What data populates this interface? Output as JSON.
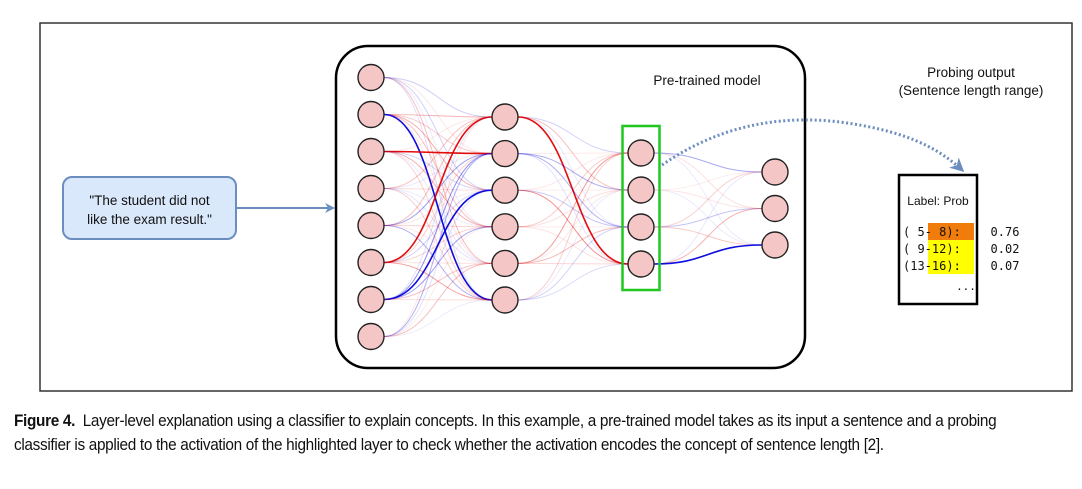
{
  "figure": {
    "input_box": {
      "lines": [
        "\"The student did not",
        "like the exam result.\""
      ]
    },
    "model": {
      "title": "Pre-trained model",
      "layers": [
        {
          "name": "layer-1",
          "node_count": 8
        },
        {
          "name": "layer-2",
          "node_count": 6
        },
        {
          "name": "layer-3",
          "node_count": 4,
          "highlighted": true
        },
        {
          "name": "layer-4",
          "node_count": 3
        }
      ]
    },
    "probing": {
      "title_lines": [
        "Probing output",
        "(Sentence length range)"
      ],
      "table_header": "Label: Prob",
      "rows": [
        {
          "label": "( 5- 8):",
          "prob": "0.76",
          "color": "#f07c0c"
        },
        {
          "label": "( 9-12):",
          "prob": "0.02",
          "color": "#ffff00"
        },
        {
          "label": "(13-16):",
          "prob": "0.07",
          "color": "#ffff00"
        }
      ],
      "ellipsis": "..."
    },
    "colors": {
      "node_fill": "#f5c6c6",
      "highlight": "#1ec81e",
      "input_fill": "#dae8fc",
      "input_stroke": "#6c8ebf",
      "arrow": "#6c8ebf",
      "positive_edge": "#e00000",
      "negative_edge": "#0000dd"
    }
  },
  "caption": {
    "label": "Figure 4.",
    "text": "Layer-level explanation using a classifier to explain concepts. In this example, a pre-trained model takes as its input a sentence and a probing classifier is applied to the activation of the highlighted layer to check whether the activation encodes the concept of sentence length [2]."
  }
}
